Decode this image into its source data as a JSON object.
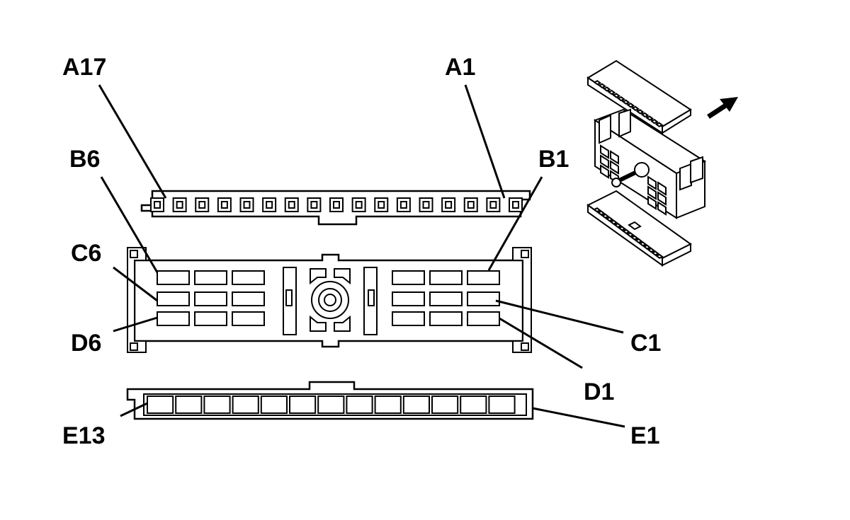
{
  "colors": {
    "ink": "#000000",
    "background": "#ffffff"
  },
  "labels": {
    "a17": "A17",
    "a1": "A1",
    "b6": "B6",
    "b1": "B1",
    "c6": "C6",
    "c1": "C1",
    "d6": "D6",
    "d1": "D1",
    "e13": "E13",
    "e1": "E1"
  },
  "pin_counts": {
    "row_a": 17,
    "row_e": 13,
    "block_rows": 3,
    "block_cols": 3
  },
  "icons": {
    "exploded_view": "connector-exploded-view-icon",
    "arrow": "arrow-up-right-icon"
  }
}
